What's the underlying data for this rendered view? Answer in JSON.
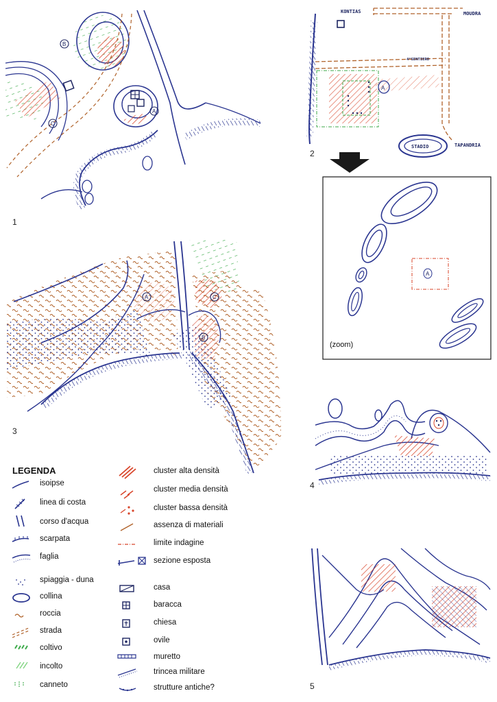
{
  "panels": {
    "p1": {
      "number": "1",
      "markers": [
        "B",
        "A",
        "C"
      ]
    },
    "p2": {
      "number": "2",
      "labels": {
        "kontias": "KONTIAS",
        "moudros": "MOUDRA",
        "aprosthero": "4°SENTIERO",
        "stadio": "STADIO",
        "tapandria": "TAPANDRIA",
        "marker_a": "A"
      }
    },
    "p3": {
      "number": "3",
      "markers": [
        "A",
        "C",
        "B"
      ]
    },
    "p4": {
      "number": "4"
    },
    "p5": {
      "number": "5"
    },
    "zoom": {
      "label": "(zoom)",
      "marker": "A"
    }
  },
  "legend": {
    "title": "LEGENDA",
    "left": [
      {
        "label": "isoipse",
        "icon": "contour-line-icon"
      },
      {
        "label": "linea di costa",
        "icon": "coastline-icon"
      },
      {
        "label": "corso d'acqua",
        "icon": "watercourse-icon"
      },
      {
        "label": "scarpata",
        "icon": "escarpment-icon"
      },
      {
        "label": "faglia",
        "icon": "fault-icon"
      },
      {
        "label": "spiaggia - duna",
        "icon": "beach-dune-icon"
      },
      {
        "label": "collina",
        "icon": "hill-icon"
      },
      {
        "label": "roccia",
        "icon": "rock-icon"
      },
      {
        "label": "strada",
        "icon": "road-icon"
      },
      {
        "label": "coltivo",
        "icon": "cultivated-icon"
      },
      {
        "label": "incolto",
        "icon": "uncultivated-icon"
      },
      {
        "label": "canneto",
        "icon": "reed-bed-icon"
      }
    ],
    "right": [
      {
        "label": "cluster alta densità",
        "icon": "high-density-icon"
      },
      {
        "label": "cluster media densità",
        "icon": "medium-density-icon"
      },
      {
        "label": "cluster bassa densità",
        "icon": "low-density-icon"
      },
      {
        "label": "assenza di materiali",
        "icon": "no-materials-icon"
      },
      {
        "label": "limite indagine",
        "icon": "survey-limit-icon"
      },
      {
        "label": "sezione esposta",
        "icon": "exposed-section-icon"
      },
      {
        "label": "casa",
        "icon": "house-icon"
      },
      {
        "label": "baracca",
        "icon": "shack-icon"
      },
      {
        "label": "chiesa",
        "icon": "church-icon"
      },
      {
        "label": "ovile",
        "icon": "sheepfold-icon"
      },
      {
        "label": "muretto",
        "icon": "low-wall-icon"
      },
      {
        "label": "trincea militare",
        "icon": "trench-icon"
      },
      {
        "label": "strutture antiche?",
        "icon": "ancient-structures-icon"
      }
    ]
  },
  "colors": {
    "ink": "#2a3590",
    "dark_ink": "#1c2460",
    "red": "#d8452a",
    "brown": "#b0622a",
    "green": "#3caa4a"
  }
}
